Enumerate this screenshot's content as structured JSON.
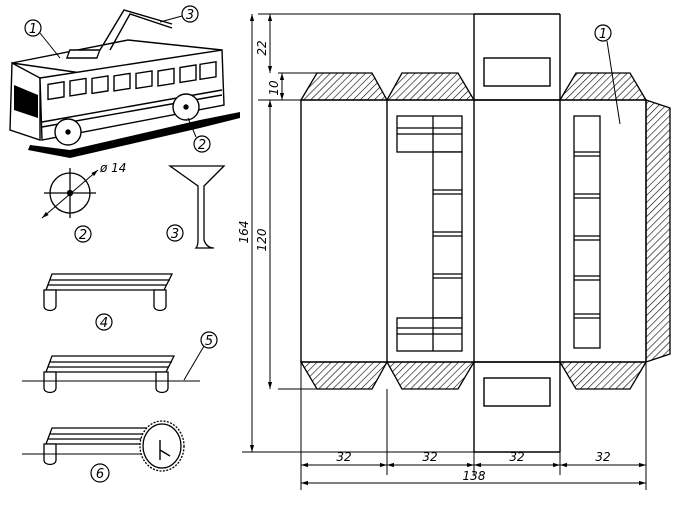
{
  "dimensions": {
    "top_flap_height": "22",
    "glue_tab_height": "10",
    "body_height": "120",
    "total_height": "164",
    "panel_width_1": "32",
    "panel_width_2": "32",
    "panel_width_3": "32",
    "panel_width_4": "32",
    "total_width": "138",
    "wheel_diameter": "ø 14"
  },
  "callouts": {
    "bus_body": "1",
    "trolley_pole": "3",
    "wheel": "2",
    "wheel_detail": "2",
    "pole_detail": "3",
    "axle_frame": "4",
    "axle_rod": "5",
    "assembly": "6",
    "net_body": "1"
  },
  "colors": {
    "ink": "#000000",
    "paper": "#ffffff"
  }
}
